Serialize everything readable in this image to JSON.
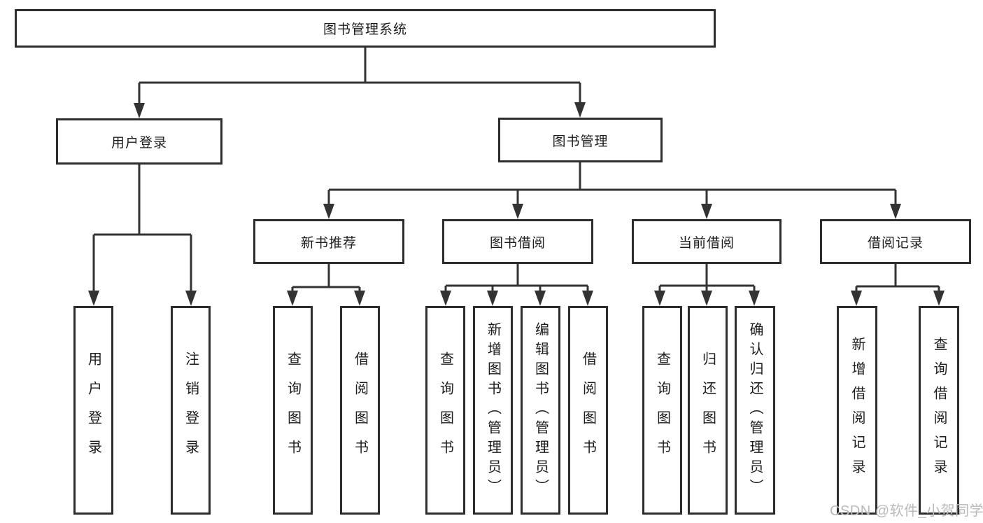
{
  "diagram": {
    "root": "图书管理系统",
    "branches": {
      "user_login": {
        "label": "用户登录",
        "children": {
          "login": "用户登录",
          "logout": "注销登录"
        }
      },
      "book_mgmt": {
        "label": "图书管理",
        "groups": {
          "new_book": {
            "label": "新书推荐",
            "children": {
              "query": "查询图书",
              "borrow": "借阅图书"
            }
          },
          "book_borrow": {
            "label": "图书借阅",
            "children": {
              "query": "查询图书",
              "add": "新增图书（管理员）",
              "edit": "编辑图书（管理员）",
              "borrow": "借阅图书"
            }
          },
          "current_borrow": {
            "label": "当前借阅",
            "children": {
              "query": "查询图书",
              "return": "归还图书",
              "confirm": "确认归还（管理员）"
            }
          },
          "borrow_record": {
            "label": "借阅记录",
            "children": {
              "add": "新增借阅记录",
              "query": "查询借阅记录"
            }
          }
        }
      }
    }
  },
  "watermark": "CSDN @软件_小贺同学",
  "colors": {
    "line": "#333333",
    "box_border": "#2d2d2d",
    "text": "#1c1c1c",
    "watermark": "#b9b9b9",
    "background": "#ffffff"
  }
}
